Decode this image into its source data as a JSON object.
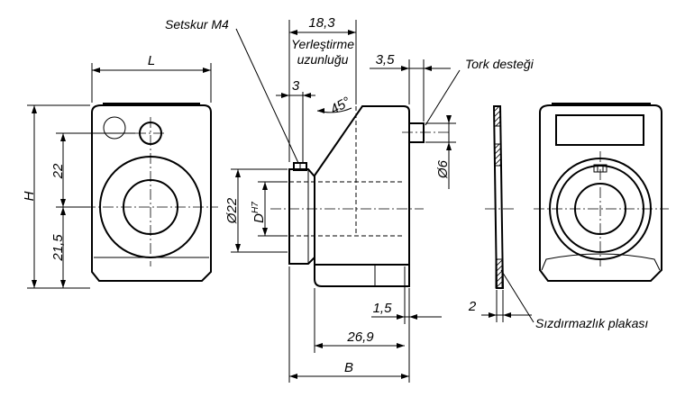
{
  "labels": {
    "setscrew": "Setskur M4",
    "locating_length_1": "Yerleştirme",
    "locating_length_2": "uzunluğu",
    "torque_support": "Tork desteği",
    "sealing_plate": "Sızdırmazlık plakası"
  },
  "dimensions": {
    "width": "L",
    "height": "H",
    "dim_22": "22",
    "dim_21_5": "21,5",
    "dim_18_3": "18,3",
    "dim_3": "3",
    "angle_45": "45°",
    "dim_3_5": "3,5",
    "dia_6": "Ø6",
    "dia_22": "Ø22",
    "bore_d": "D",
    "bore_tol": "H7",
    "dim_1_5": "1,5",
    "dim_26_9": "26,9",
    "length_b": "B",
    "dim_2": "2"
  }
}
